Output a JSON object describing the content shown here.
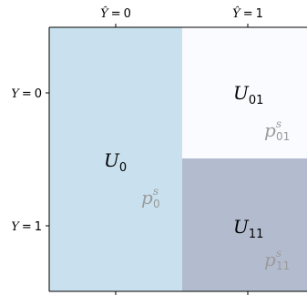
{
  "axes": {
    "top_ticks": [
      {
        "hat": "Ŷ",
        "op": "=",
        "val": "0"
      },
      {
        "hat": "Ŷ",
        "op": "=",
        "val": "1"
      }
    ],
    "left_ticks": [
      {
        "var": "Y",
        "op": "=",
        "val": "0"
      },
      {
        "var": "Y",
        "op": "=",
        "val": "1"
      }
    ]
  },
  "regions": {
    "u0": {
      "base": "U",
      "sub": "0",
      "fill": "#c9e1ef"
    },
    "u01": {
      "base": "U",
      "sub": "01",
      "fill": "#fafbfe"
    },
    "u11": {
      "base": "U",
      "sub": "11",
      "fill": "#b3bccf"
    }
  },
  "probabilities": {
    "p0": {
      "base": "p",
      "sup": "s",
      "sub": "0"
    },
    "p01": {
      "base": "p",
      "sup": "s",
      "sub": "01"
    },
    "p11": {
      "base": "p",
      "sup": "s",
      "sub": "11"
    }
  },
  "colors": {
    "frame": "#000000",
    "label": "#000000",
    "prob": "#9a9a9a"
  }
}
